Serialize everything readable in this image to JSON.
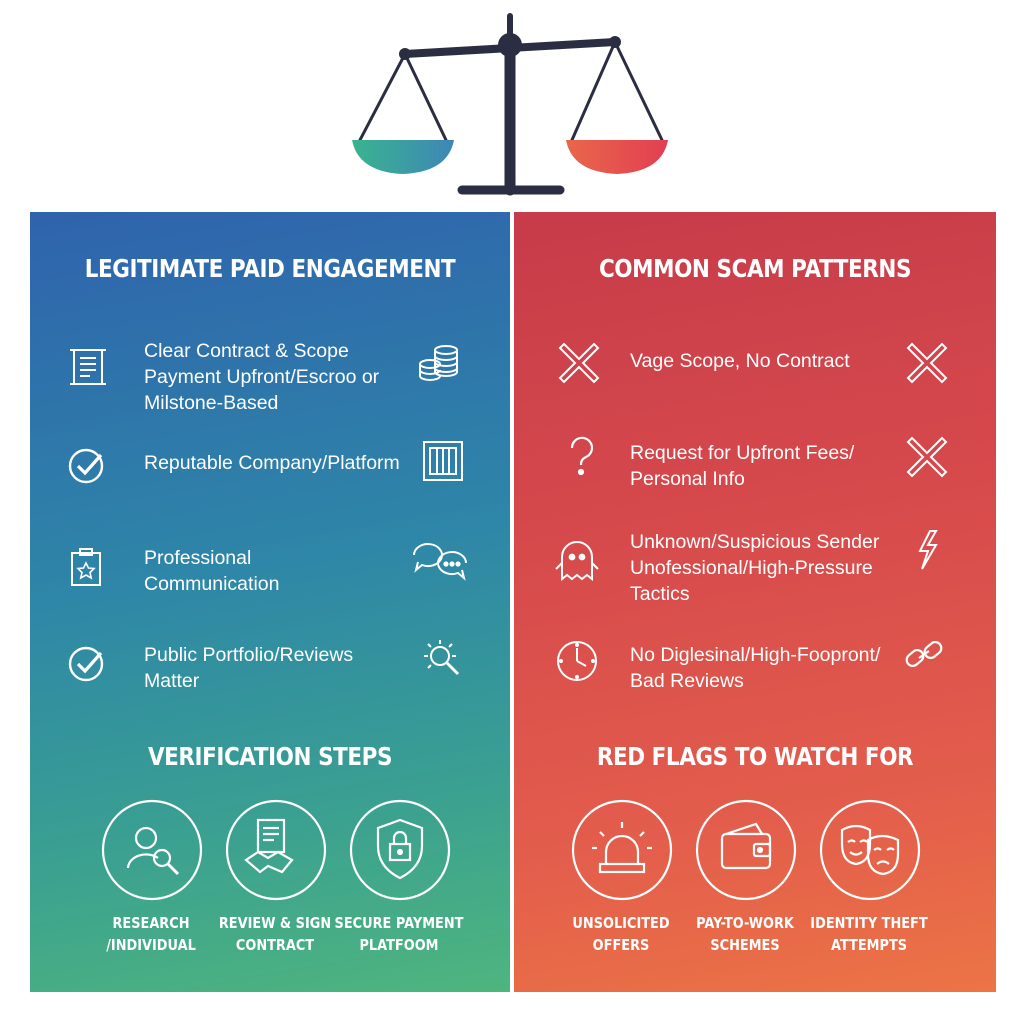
{
  "left": {
    "title": "LEGITIMATE PAID ENGAGEMENT",
    "items": [
      {
        "lines": [
          "Clear Contract & Scope",
          "Payment Upfront/Escroo or",
          "Milstone-Based"
        ],
        "icon": "document-scroll-icon",
        "right_icon": "coin-stack-icon"
      },
      {
        "lines": [
          "Reputable Company/Platform"
        ],
        "icon": "check-circle-icon",
        "right_icon": "building-icon"
      },
      {
        "lines": [
          "Professional",
          "Communication"
        ],
        "icon": "badge-star-icon",
        "right_icon": "chat-bubbles-icon"
      },
      {
        "lines": [
          "Public Portfolio/Reviews",
          "Matter"
        ],
        "icon": "check-circle-icon",
        "right_icon": "magnifier-sun-icon"
      }
    ],
    "section2_title": "VERIFICATION STEPS",
    "steps": [
      {
        "lines": [
          "RESEARCH",
          "/INDIVIDUAL"
        ],
        "icon": "person-search-icon"
      },
      {
        "lines": [
          "REVIEW & SIGN",
          "CONTRACT"
        ],
        "icon": "handshake-contract-icon"
      },
      {
        "lines": [
          "SECURE PAYMENT",
          "PLATFOOM"
        ],
        "icon": "shield-lock-icon"
      }
    ]
  },
  "right": {
    "title": "COMMON SCAM PATTERNS",
    "items": [
      {
        "lines": [
          "Vage Scope, No Contract"
        ],
        "icon": "x-mark-icon",
        "right_icon": "x-mark-icon"
      },
      {
        "lines": [
          "Request for Upfront Fees/",
          "Personal Info"
        ],
        "icon": "question-mark-icon",
        "right_icon": "x-mark-icon"
      },
      {
        "lines": [
          "Unknown/Suspicious Sender",
          "Unofessional/High-Pressure",
          "Tactics"
        ],
        "icon": "ghost-icon",
        "right_icon": "lightning-icon"
      },
      {
        "lines": [
          "No Diglesinal/High-Foopront/",
          "Bad Reviews"
        ],
        "icon": "clock-icon",
        "right_icon": "broken-chain-icon"
      }
    ],
    "section2_title": "RED FLAGS TO WATCH FOR",
    "flags": [
      {
        "lines": [
          "UNSOLICITED",
          "OFFERS"
        ],
        "icon": "alarm-siren-icon"
      },
      {
        "lines": [
          "PAY-TO-WORK",
          "SCHEMES"
        ],
        "icon": "wallet-icon"
      },
      {
        "lines": [
          "IDENTITY THEFT",
          "ATTEMPTS"
        ],
        "icon": "theater-masks-icon"
      }
    ]
  },
  "colors": {
    "left_top": "#2f63ad",
    "left_bottom": "#4fb57e",
    "right_top": "#c73b4a",
    "right_bottom": "#ec7445",
    "scale_dark": "#2b2d42",
    "pan_left": "#3aa2a0",
    "pan_right": "#ea5a45"
  }
}
